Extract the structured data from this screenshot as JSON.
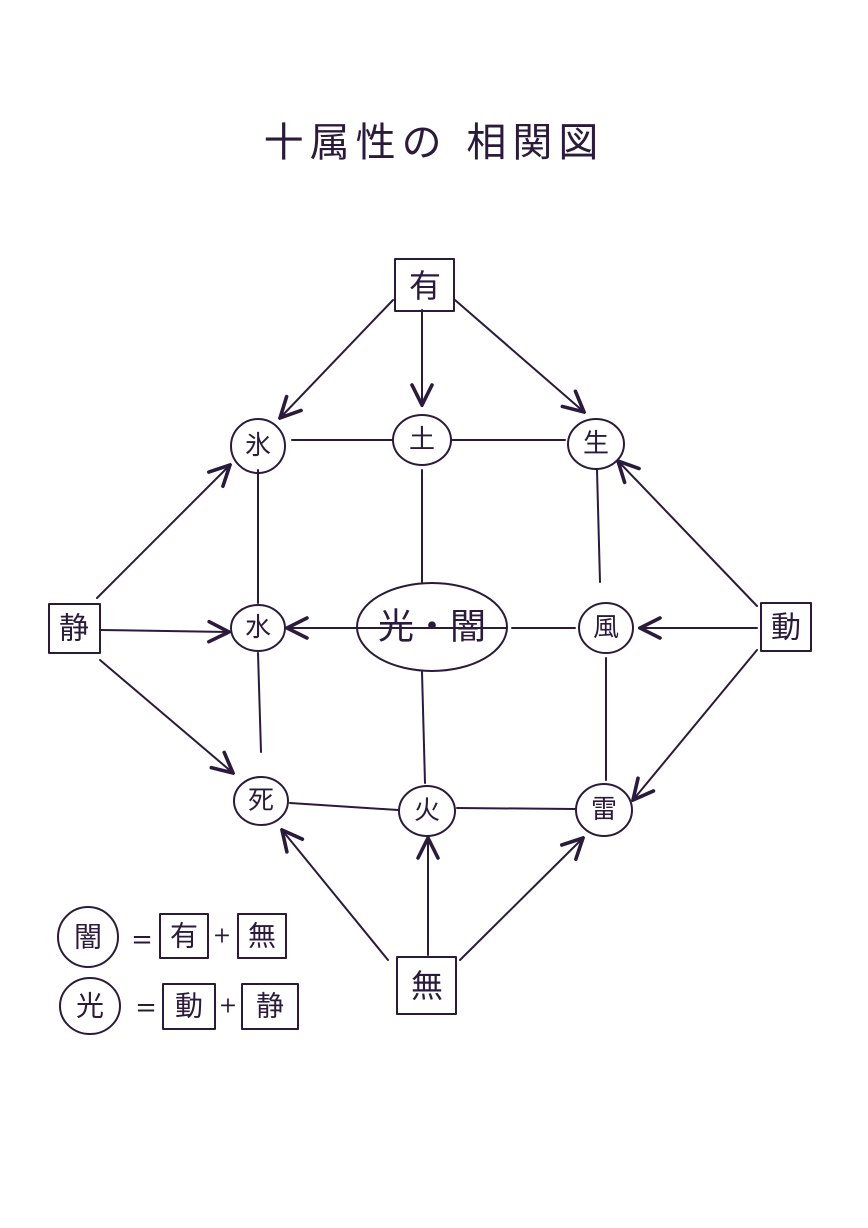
{
  "title": "十属性の 相関図",
  "colors": {
    "ink": "#2a1a3c",
    "paper": "#ffffff"
  },
  "nodes": {
    "yu": "有",
    "mu": "無",
    "sei": "静",
    "dou": "動",
    "koori": "氷",
    "tsuchi": "土",
    "ikiru": "生",
    "mizu": "水",
    "center": "光・闇",
    "kaze": "風",
    "shi": "死",
    "hi": "火",
    "kaminari": "雷"
  },
  "legend": [
    {
      "symbol": "闇",
      "eq": "=",
      "a": "有",
      "plus": "+",
      "b": "無"
    },
    {
      "symbol": "光",
      "eq": "=",
      "a": "動",
      "plus": "+",
      "b": "静"
    }
  ]
}
